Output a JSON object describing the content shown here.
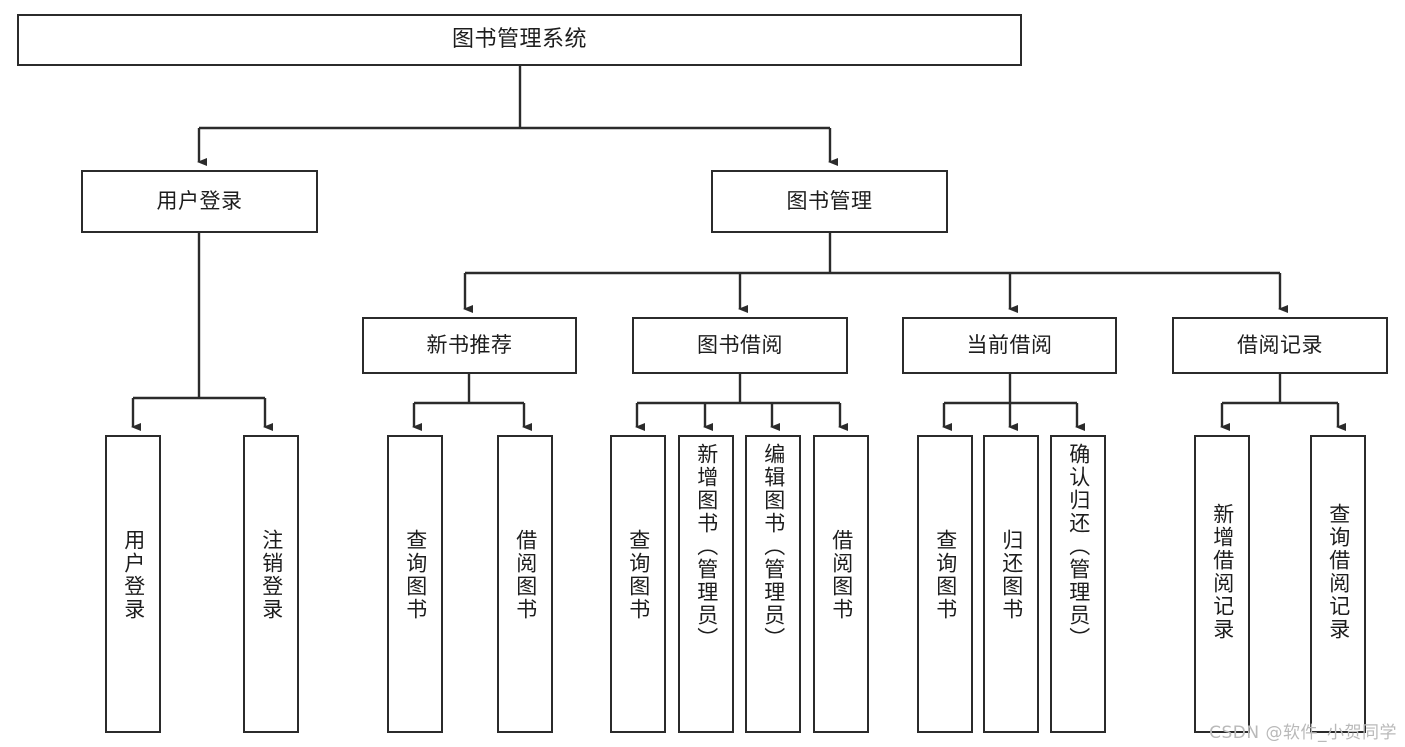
{
  "diagram": {
    "title": "图书管理系统",
    "type": "tree-hierarchy",
    "root": {
      "id": "root",
      "label": "图书管理系统"
    },
    "level2": [
      {
        "id": "user-login",
        "label": "用户登录"
      },
      {
        "id": "book-manage",
        "label": "图书管理"
      }
    ],
    "level3": [
      {
        "id": "new-book-rec",
        "label": "新书推荐",
        "parent": "book-manage"
      },
      {
        "id": "book-borrow",
        "label": "图书借阅",
        "parent": "book-manage"
      },
      {
        "id": "current-borrow",
        "label": "当前借阅",
        "parent": "book-manage"
      },
      {
        "id": "borrow-record",
        "label": "借阅记录",
        "parent": "book-manage"
      }
    ],
    "leaves": {
      "user_login": [
        {
          "id": "leaf-user-login",
          "label": "用户登录"
        },
        {
          "id": "leaf-user-logout",
          "label": "注销登录"
        }
      ],
      "new_book_rec": [
        {
          "id": "leaf-query-book-1",
          "label": "查询图书"
        },
        {
          "id": "leaf-borrow-book-1",
          "label": "借阅图书"
        }
      ],
      "book_borrow": [
        {
          "id": "leaf-query-book-2",
          "label": "查询图书"
        },
        {
          "id": "leaf-add-book",
          "label": "新增图书（管理员）"
        },
        {
          "id": "leaf-edit-book",
          "label": "编辑图书（管理员）"
        },
        {
          "id": "leaf-borrow-book-2",
          "label": "借阅图书"
        }
      ],
      "current_borrow": [
        {
          "id": "leaf-query-book-3",
          "label": "查询图书"
        },
        {
          "id": "leaf-return-book",
          "label": "归还图书"
        },
        {
          "id": "leaf-confirm-return",
          "label": "确认归还（管理员）"
        }
      ],
      "borrow_record": [
        {
          "id": "leaf-add-record",
          "label": "新增借阅记录"
        },
        {
          "id": "leaf-query-record",
          "label": "查询借阅记录"
        }
      ]
    }
  },
  "watermark": {
    "text": "CSDN @软件_小贺同学"
  },
  "colors": {
    "stroke": "#2b2b2b",
    "background": "#ffffff",
    "text": "#1d1d1d",
    "watermark": "#b9b9b9"
  }
}
